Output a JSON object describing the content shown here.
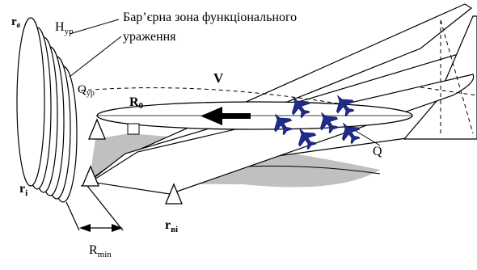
{
  "labels": {
    "r_v": {
      "main": "r",
      "sub": "в"
    },
    "h_yr": {
      "main": "H",
      "sub": "ур"
    },
    "zone_line1": "Бар’єрна зона функціонального",
    "zone_line2": "ураження",
    "q_yr": {
      "main": "Q",
      "sub": "ур"
    },
    "v": "V",
    "r0": {
      "main": "R",
      "sub": "0"
    },
    "q": "Q",
    "r_i": {
      "main": "r",
      "sub": "i"
    },
    "r_vi": {
      "main": "r",
      "sub": "вi"
    },
    "r_min": {
      "main": "R",
      "sub": "min"
    }
  },
  "colors": {
    "ground_shadow": "#c0c0c0",
    "aircraft": "#1f2b8f",
    "outline": "#000000"
  },
  "icons": {
    "direction_arrow": "left-arrow-icon",
    "aircraft": "jet-fighter-icon",
    "radar_site": "triangle-marker-icon"
  },
  "aircraft_count": 6
}
